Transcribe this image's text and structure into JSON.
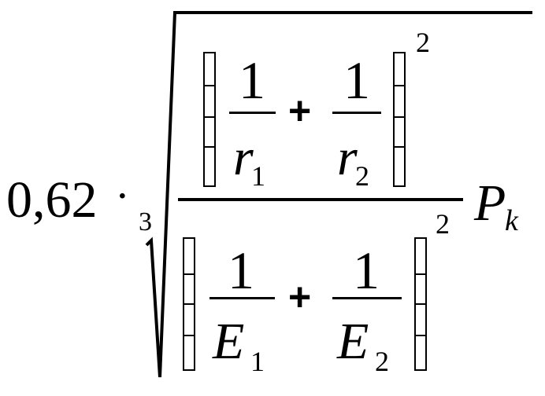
{
  "formula": {
    "coefficient": "0,62",
    "dot": "·",
    "root_index": "3",
    "numerator": {
      "term1": {
        "num": "1",
        "den_var": "r",
        "den_sub": "1"
      },
      "plus": "+",
      "term2": {
        "num": "1",
        "den_var": "r",
        "den_sub": "2"
      },
      "exponent": "2"
    },
    "denominator": {
      "term1": {
        "num": "1",
        "den_var": "E",
        "den_sub": "1"
      },
      "plus": "+",
      "term2": {
        "num": "1",
        "den_var": "E",
        "den_sub": "2"
      },
      "exponent": "2"
    },
    "factor": {
      "var": "P",
      "sub": "k"
    }
  }
}
